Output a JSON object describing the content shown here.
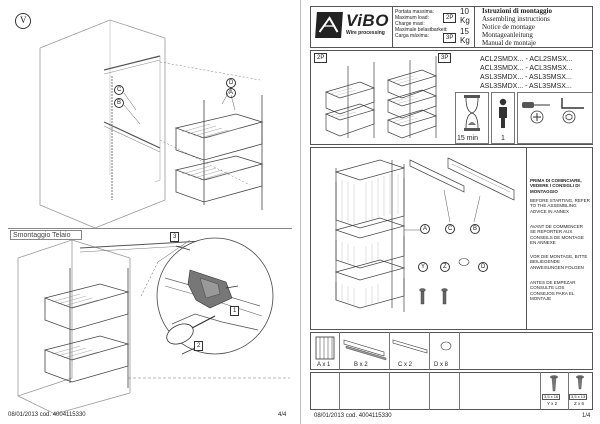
{
  "left_page": {
    "symbol_label": "V",
    "removal_title": "Smontaggio Telaio",
    "callouts_top": [
      "C",
      "B",
      "D",
      "A"
    ],
    "callouts_bottom": [
      "3",
      "1",
      "2"
    ],
    "footer_left": "08/01/2013 cod. 4004115330",
    "footer_page": "4/4"
  },
  "header": {
    "brand": "ViBO",
    "brand_sub": "Wire processing",
    "load_labels": [
      "Portata massima:",
      "Maximum load:",
      "Charge maxi:",
      "Maximale belastbarkeit:",
      "Carga máxima:"
    ],
    "load_2p_badge": "2P",
    "load_2p_value": "10",
    "load_2p_unit": "Kg",
    "load_3p_badge": "3P",
    "load_3p_value": "15",
    "load_3p_unit": "Kg",
    "instr_title": "Istruzioni di montaggio",
    "instr_lines": [
      "Assembling instructions",
      "Notice de montage",
      "Montageanleitung",
      "Manual de montaje"
    ]
  },
  "variants": {
    "badge_2p": "2P",
    "badge_3p": "3P",
    "codes": [
      "ACL2SMDX... - ACL2SMSX...",
      "ACL3SMDX... - ACL3SMSX...",
      "ASL3SMDX... - ASL3SMSX...",
      "ASL3SMDX... - ASL3SMSX..."
    ],
    "time": "15 min",
    "persons": "1"
  },
  "warnings": [
    {
      "lang": "it",
      "text": "PRIMA DI COMINCIARE, VEDERE I CONSIGLI DI MONTAGGIO"
    },
    {
      "lang": "en",
      "text": "BEFORE STARTING, REFER TO THE ASSEMBLING ADVICE IN ANNEX"
    },
    {
      "lang": "fr",
      "text": "AVANT DE COMMENCER SE REPORTER AUX CONSEILS DE MONTAGE EN ANNEXE"
    },
    {
      "lang": "de",
      "text": "VOR DIE MONTAGE, BITTE BEILIEGENDE ANWEISUNGEN FOLGEN"
    },
    {
      "lang": "es",
      "text": "ANTES DE EMPEZAR CONSULTE LOS CONSEJOS PARA EL MONTAJE"
    }
  ],
  "parts_callouts": [
    "A",
    "C",
    "B",
    "Y",
    "Z",
    "D"
  ],
  "parts_list": [
    {
      "label": "A x 1"
    },
    {
      "label": "B x 2"
    },
    {
      "label": "C x 2"
    },
    {
      "label": "D x 8"
    }
  ],
  "screws": [
    {
      "size": "3,5 x 16",
      "label": "Y x 2"
    },
    {
      "size": "3,5 x 13",
      "label": "Z x 6"
    }
  ],
  "footer_right": "08/01/2013 cod. 4004115330",
  "footer_right_page": "1/4"
}
